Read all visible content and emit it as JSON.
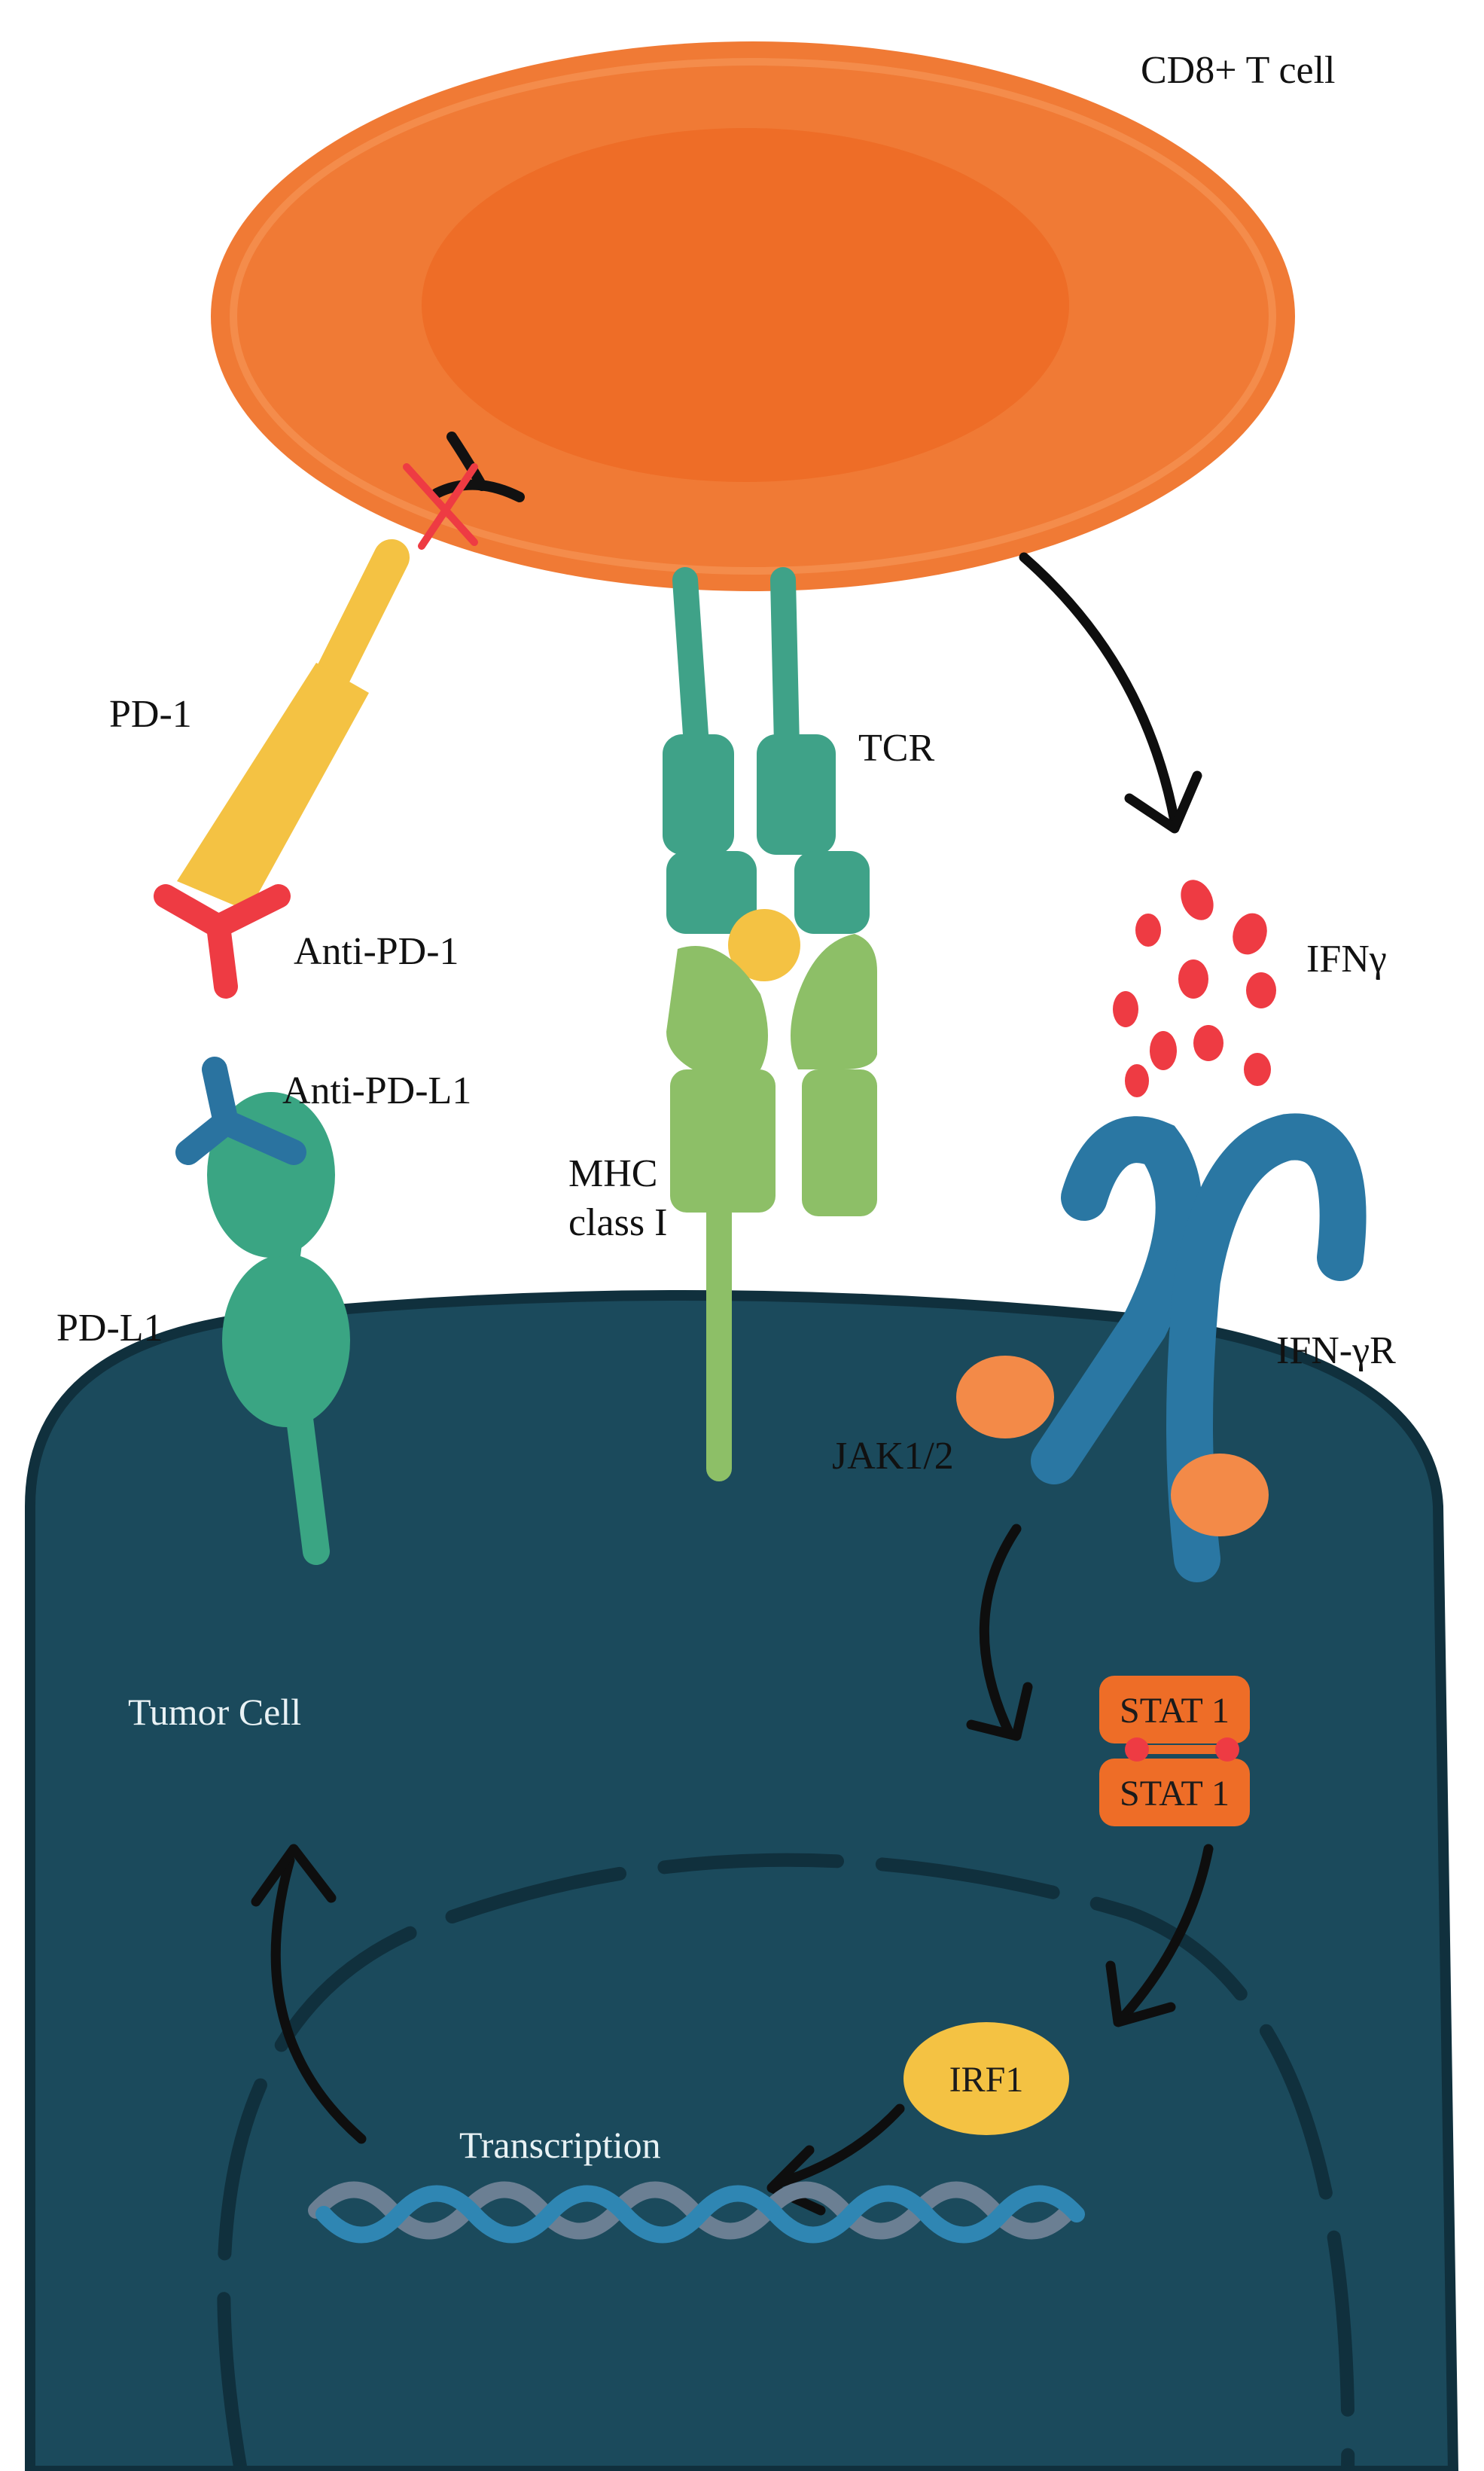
{
  "labels": {
    "t_cell": "CD8+ T cell",
    "pd1": "PD-1",
    "anti_pd1": "Anti-PD-1",
    "anti_pdl1": "Anti-PD-L1",
    "pdl1": "PD-L1",
    "tcr": "TCR",
    "mhc_line1": "MHC",
    "mhc_line2": "class I",
    "ifng": "IFNγ",
    "ifngr": "IFN-γR",
    "jak": "JAK1/2",
    "stat1_top": "STAT 1",
    "stat1_bottom": "STAT 1",
    "irf1": "IRF1",
    "transcription": "Transcription",
    "tumor_cell": "Tumor Cell"
  },
  "colors": {
    "t_cell": "#f07a35",
    "t_cell_nucleus": "#ee6d27",
    "tumor_cell": "#1b4a5c",
    "tumor_nucleus_border": "#10303d",
    "pd1": "#f4c243",
    "antibody_red": "#ee3b43",
    "antibody_blue": "#2a73a0",
    "pdl1": "#3aa583",
    "tcr": "#3fa288",
    "mhc": "#8dbf67",
    "antigen": "#f4c243",
    "ifng": "#ee3b43",
    "receptor": "#2a77a3",
    "jak": "#f38a48",
    "stat": "#ee6d27",
    "irf1": "#f4c243",
    "dna_front": "#2f86b3",
    "dna_back": "#6b7f93"
  }
}
